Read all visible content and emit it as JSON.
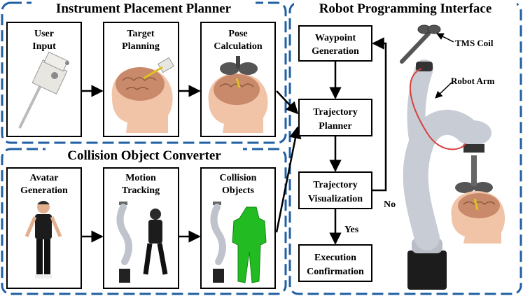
{
  "sections": {
    "planner": {
      "title": "Instrument Placement Planner"
    },
    "converter": {
      "title": "Collision Object Converter"
    },
    "robot": {
      "title": "Robot Programming Interface"
    }
  },
  "planner_steps": [
    {
      "line1": "User",
      "line2": "Input"
    },
    {
      "line1": "Target",
      "line2": "Planning"
    },
    {
      "line1": "Pose",
      "line2": "Calculation"
    }
  ],
  "converter_steps": [
    {
      "line1": "Avatar",
      "line2": "Generation"
    },
    {
      "line1": "Motion",
      "line2": "Tracking"
    },
    {
      "line1": "Collision",
      "line2": "Objects"
    }
  ],
  "flow_steps": [
    {
      "line1": "Waypoint",
      "line2": "Generation"
    },
    {
      "line1": "Trajectory",
      "line2": "Planner"
    },
    {
      "line1": "Trajectory",
      "line2": "Visualization"
    },
    {
      "line1": "Execution",
      "line2": "Confirmation"
    }
  ],
  "decisions": {
    "no": "No",
    "yes": "Yes"
  },
  "annotations": {
    "coil": "TMS Coil",
    "arm": "Robot Arm"
  },
  "colors": {
    "section_border": "#1f5fa3",
    "box_border": "#000000",
    "arm_cable": "#d84040",
    "mesh_green": "#22bb22",
    "brain": "#c98a6b"
  }
}
